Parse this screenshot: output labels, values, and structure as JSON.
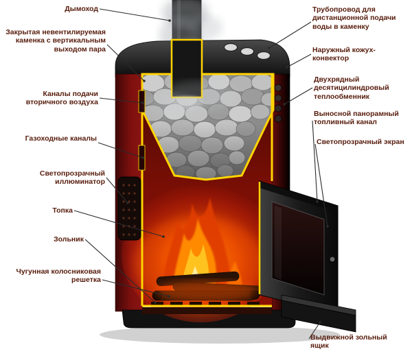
{
  "diagram": {
    "labels_left": [
      {
        "text": "Дымоход"
      },
      {
        "text": "Закрытая невентилируемая каменка с вертикальным выходом пара"
      },
      {
        "text": "Каналы подачи вторичного воздуха"
      },
      {
        "text": "Газоходные каналы"
      },
      {
        "text": "Светопрозрачный иллюминатор"
      },
      {
        "text": "Топка"
      },
      {
        "text": "Зольник"
      },
      {
        "text": "Чугунная колосниковая решетка"
      }
    ],
    "labels_right": [
      {
        "text": "Трубопровод для дистанционной подачи воды в каменку"
      },
      {
        "text": "Наружный кожух-конвектор"
      },
      {
        "text": "Двухрядный десятицилиндровый теплообменник"
      },
      {
        "text": "Выносной панорамный топливный канал"
      },
      {
        "text": "Светопрозрачный экран"
      },
      {
        "text": "Выдвижной зольный ящик"
      }
    ],
    "colors": {
      "label_text": "#571c0c",
      "stove_body_red": "#7a1010",
      "cut_edge_yellow": "#ffd400",
      "fire_orange": "#ff8a00",
      "stones_gray": "#b5b5b5"
    }
  }
}
